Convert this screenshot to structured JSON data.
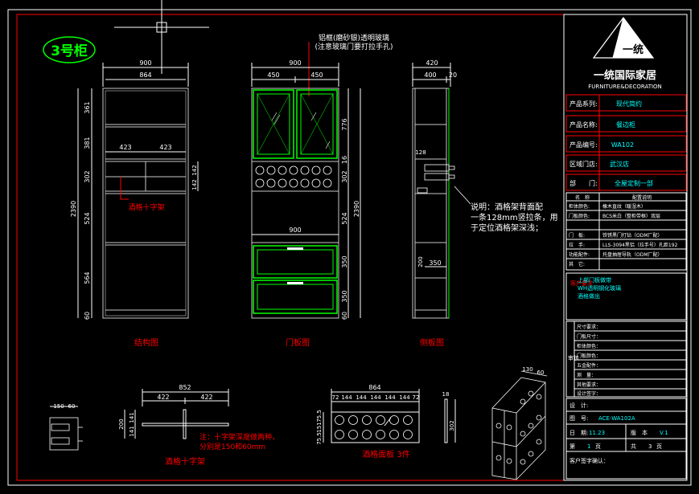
{
  "cabinet_badge": "3号柜",
  "glass_note_line1": "铝框(磨砂银)透明玻璃",
  "glass_note_line2": "(注意玻璃门要打拉手孔)",
  "front": {
    "total_width": "900",
    "inner_width": "864",
    "half_left": "423",
    "half_right": "423",
    "heights": [
      "361",
      "381",
      "302",
      "524",
      "564",
      "60"
    ],
    "overall_height": "2390",
    "wine_rack_heights": [
      "142",
      "142"
    ],
    "wine_rack_label": "酒格十字架",
    "caption": "结构图"
  },
  "door": {
    "total_width": "900",
    "half_left": "450",
    "half_right": "450",
    "heights": [
      "776",
      "16",
      "302",
      "524",
      "350",
      "350",
      "60"
    ],
    "overall_height": "2390",
    "mid_width": "900",
    "caption": "门板图"
  },
  "side": {
    "total_width": "420",
    "depth": "400",
    "back": "20",
    "small_dims": [
      "128",
      "200",
      "350"
    ],
    "caption": "侧板图"
  },
  "note_text": [
    "说明：酒格架背面配",
    "一条128mm竖拉条，用",
    "于定位酒格架深浅；"
  ],
  "cross": {
    "total": "852",
    "halves": [
      "422",
      "422"
    ],
    "heights": [
      "141",
      "141"
    ],
    "left_height": "200",
    "dims_small": [
      "150",
      "60"
    ],
    "note_line1": "注：十字架深度做两种，",
    "note_line2": "分别是150和60mm",
    "caption": "酒格十字架"
  },
  "panel": {
    "total": "864",
    "segments": [
      "72",
      "144",
      "144",
      "144",
      "144",
      "144",
      "72"
    ],
    "left_dims": [
      "75.5",
      "151",
      "75.5"
    ],
    "right_dim": "302",
    "thickness": "18",
    "caption": "酒格面板 3件"
  },
  "iso_dims": [
    "130",
    "60"
  ],
  "title_block": {
    "logo_text": "一统",
    "company": "一统国际家居",
    "company_en": "FURNITURE&DECORATION",
    "rows": [
      {
        "label": "产品系列:",
        "value": "现代简约"
      },
      {
        "label": "产品名称:",
        "value": "餐边柜"
      },
      {
        "label": "产品编号:",
        "value": "WA102"
      },
      {
        "label": "区域门店:",
        "value": "武汉店"
      },
      {
        "label": "部　　门:",
        "value": "全屋定制一部"
      }
    ],
    "spec_header": [
      "名　称",
      "配置说明"
    ],
    "spec_rows": [
      {
        "label": "柜体颜色:",
        "value": "橡木直纹（暖湿木）"
      },
      {
        "label": "门板颜色:",
        "value": "BCS米白（整柜带框）双层"
      },
      {
        "label": "",
        "value": ""
      },
      {
        "label": "门　板:",
        "value": "铁锈黑门打钻（ODM厂配）"
      },
      {
        "label": "拉　手:",
        "value": "LLS-3094黑铝（拉手号）孔距192"
      },
      {
        "label": "功能配件:",
        "value": "托盘抽屉导轨（ODM厂配）"
      },
      {
        "label": "其　它:",
        "value": ""
      }
    ],
    "remark_label": "客户要求",
    "remarks": [
      "上部门板做带",
      "WH透明钢化玻璃",
      "酒格做出"
    ],
    "measure_rows": [
      "尺寸要求：",
      "门板尺寸：",
      "柜体颜色：",
      "门板颜色：",
      "五金配件：",
      "测　量：",
      "其他要求：",
      "设计签字："
    ],
    "audit_label": "审核",
    "design_label": "设　计:",
    "drawing_label": "图　号:",
    "drawing_value": "ACE-WA102A",
    "date_label": "日　期:",
    "date_value": "11.23",
    "version_label": "版　本",
    "version_value": "V.1",
    "page_label": "第",
    "page_value": "1",
    "page_unit": "页",
    "total_label": "共",
    "total_value": "3",
    "total_unit": "页",
    "confirm_label": "客户签字确认："
  },
  "colors": {
    "background": "#000000",
    "dimension": "#ffffff",
    "cad_red": "#ff0000",
    "cad_green": "#00ff00",
    "cad_yellow": "#ffff00",
    "cad_cyan": "#00ffff",
    "cabinet_line": "#c8c8c8"
  }
}
